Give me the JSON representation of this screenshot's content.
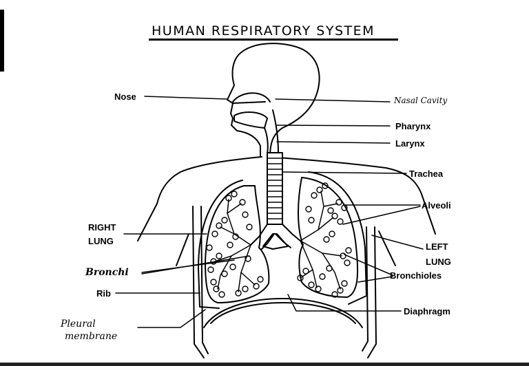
{
  "title": "HUMAN RESPIRATORY SYSTEM",
  "labels": {
    "nose": "Nose",
    "nasal_cavity": "Nasal Cavity",
    "pharynx": "Pharynx",
    "larynx": "Larynx",
    "trachea": "Trachea",
    "alveoli": "Alveoli",
    "right_lung_line1": "RIGHT",
    "right_lung_line2": "LUNG",
    "left_lung_line1": "LEFT",
    "left_lung_line2": "LUNG",
    "bronchi": "Bronchi",
    "bronchioles": "Bronchioles",
    "rib": "Rib",
    "diaphragm": "Diaphragm",
    "pleural_line1": "Pleural",
    "pleural_line2": "membrane"
  },
  "colors": {
    "ink": "#000000",
    "paper": "#ffffff"
  }
}
